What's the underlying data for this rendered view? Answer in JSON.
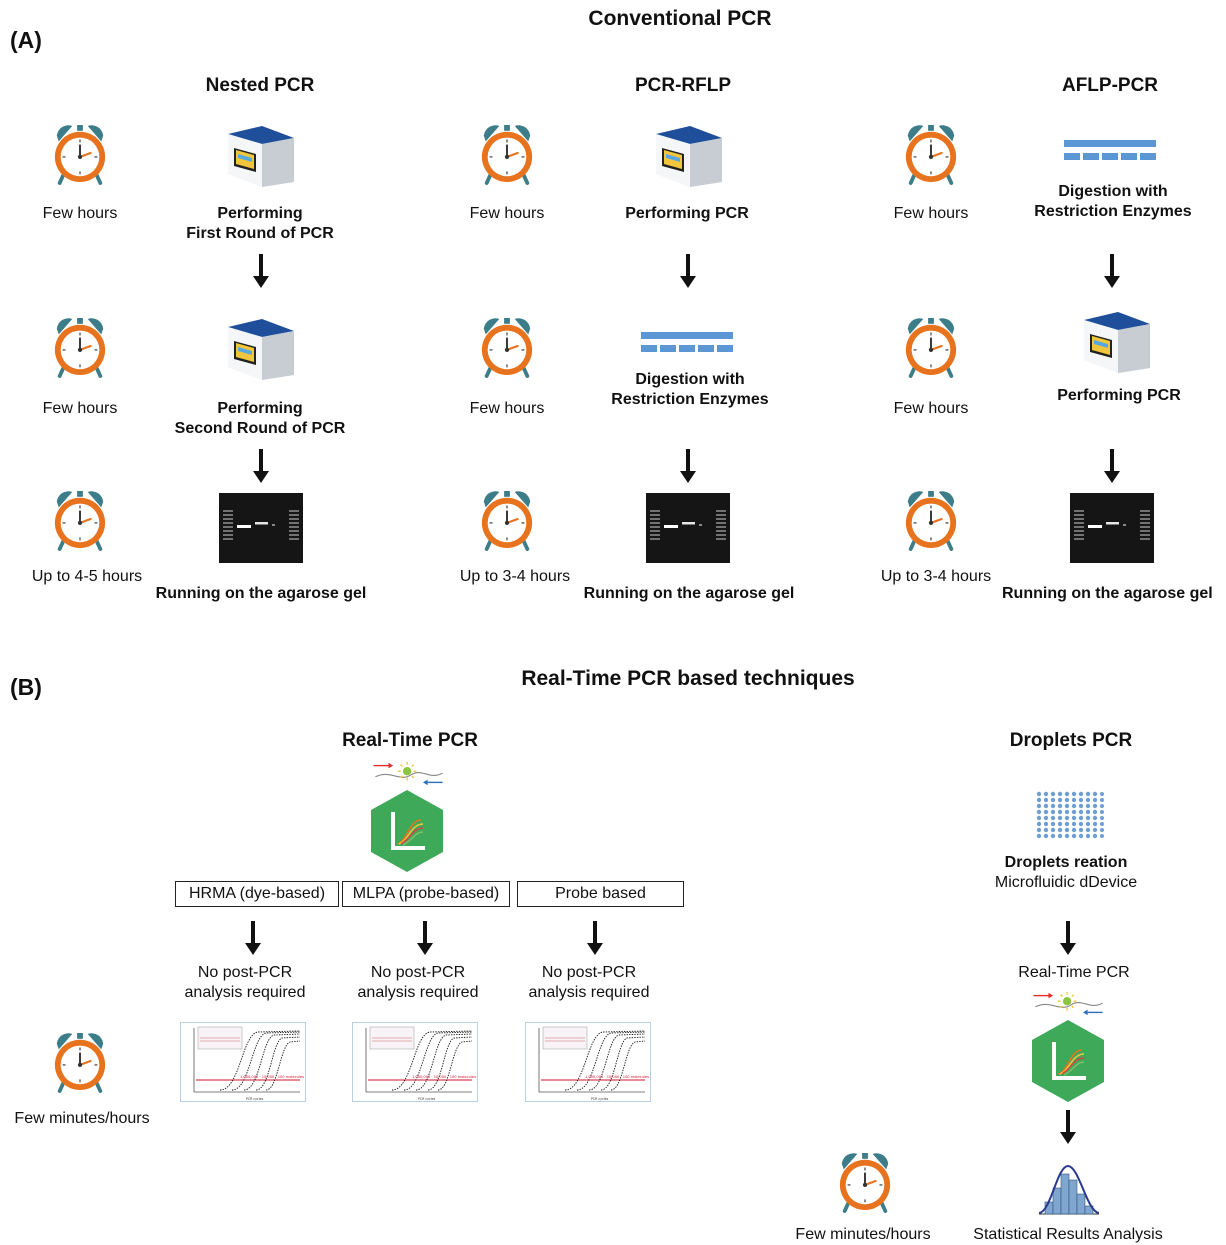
{
  "section_a": {
    "label": "(A)",
    "title": "Conventional PCR",
    "columns": [
      {
        "title": "Nested PCR",
        "times": [
          "Few hours",
          "Few hours",
          "Up to 4-5 hours"
        ],
        "steps": [
          [
            "Performing",
            "First Round of PCR"
          ],
          [
            "Performing",
            "Second Round of PCR"
          ],
          [
            "Running on the agarose gel"
          ]
        ]
      },
      {
        "title": "PCR-RFLP",
        "times": [
          "Few hours",
          "Few hours",
          "Up to 3-4 hours"
        ],
        "steps": [
          [
            "Performing PCR"
          ],
          [
            "Digestion with",
            "Restriction Enzymes"
          ],
          [
            "Running on the agarose gel"
          ]
        ]
      },
      {
        "title": "AFLP-PCR",
        "times": [
          "Few hours",
          "Few hours",
          "Up to 3-4 hours"
        ],
        "steps": [
          [
            "Digestion with",
            "Restriction Enzymes"
          ],
          [
            "Performing PCR"
          ],
          [
            "Running on the agarose gel"
          ]
        ]
      }
    ]
  },
  "section_b": {
    "label": "(B)",
    "title": "Real-Time PCR based techniques",
    "realtime": {
      "title": "Real-Time PCR",
      "methods": [
        "HRMA (dye-based)",
        "MLPA (probe-based)",
        "Probe based"
      ],
      "notes": [
        [
          "No post-PCR",
          "analysis required"
        ],
        [
          "No post-PCR",
          "analysis required"
        ],
        [
          "No post-PCR",
          "analysis required"
        ]
      ],
      "time": "Few minutes/hours"
    },
    "droplets": {
      "title": "Droplets PCR",
      "step1_bold": "Droplets reation",
      "step1_sub": "Microfluidic dDevice",
      "step2": "Real-Time PCR",
      "step3": "Statistical Results Analysis",
      "time": "Few minutes/hours"
    }
  },
  "colors": {
    "clock_orange": "#e8731e",
    "clock_bell_teal": "#3d7d8a",
    "enzyme_blue": "#5b97d5",
    "hexagon_green": "#3fa95a",
    "arrow": "#111111"
  },
  "icons": [
    "alarm-clock-icon",
    "thermocycler-icon",
    "agarose-gel-icon",
    "restriction-enzyme-icon",
    "amplification-hexagon-icon",
    "droplets-grid-icon",
    "amplification-plot-icon",
    "histogram-icon",
    "primer-probe-icon"
  ]
}
